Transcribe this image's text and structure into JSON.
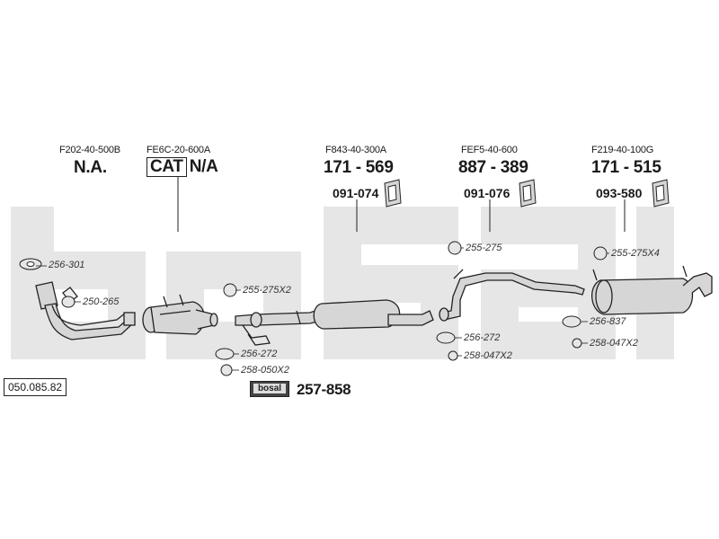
{
  "watermark": "bosal",
  "reference_number": "050.085.82",
  "columns": [
    {
      "oem": "F202-40-500B",
      "main": "N.A."
    },
    {
      "oem": "FE6C-20-600A",
      "cat": "CAT",
      "main": "N/A"
    },
    {
      "oem": "F843-40-300A",
      "main": "171 - 569",
      "sub": "091-074"
    },
    {
      "oem": "FEF5-40-600",
      "main": "887 - 389",
      "sub": "091-076"
    },
    {
      "oem": "F219-40-100G",
      "main": "171 - 515",
      "sub": "093-580"
    }
  ],
  "fittings": {
    "l256_301": "256-301",
    "l250_265": "250-265",
    "l255_275x2": "255-275X2",
    "l256_272_a": "256-272",
    "l258_050x2": "258-050X2",
    "l255_275": "255-275",
    "l256_272_b": "256-272",
    "l258_047x2_a": "258-047X2",
    "l255_275x4": "255-275X4",
    "l256_837": "256-837",
    "l258_047x2_b": "258-047X2"
  },
  "kit": {
    "badge": "bosal",
    "number": "257-858"
  },
  "colors": {
    "line": "#222222",
    "watermark": "#e6e6e6",
    "part_fill": "#d6d6d6"
  }
}
